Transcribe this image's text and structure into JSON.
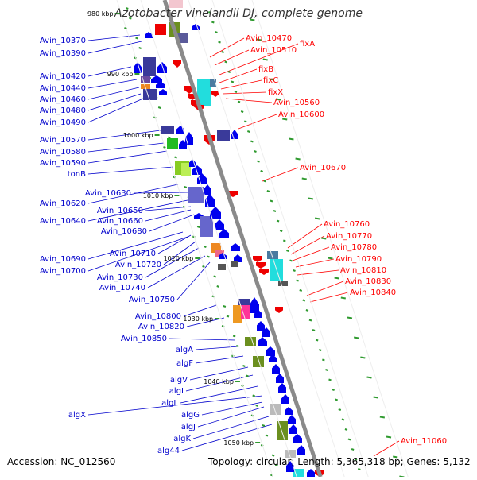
{
  "title": "Azotobacter vinelandii DJ, complete genome",
  "footer": {
    "accession": "Accession: NC_012560",
    "info": "Topology: circular; Length: 5,365,318 bp; Genes: 5,132"
  },
  "colors": {
    "axis": "#8a8a8a",
    "tick": "#2f9a2f",
    "left_labels": "#0000cc",
    "right_labels": "#ff0000",
    "forward_gene": "#0000ee",
    "reverse_gene": "#ee0000"
  },
  "scale_labels": [
    "980 kbp",
    "990 kbp",
    "1000 kbp",
    "1010 kbp",
    "1020 kbp",
    "1030 kbp",
    "1040 kbp",
    "1050 kbp"
  ],
  "left_labels": [
    "Avin_10370",
    "Avin_10390",
    "Avin_10420",
    "Avin_10440",
    "Avin_10460",
    "Avin_10480",
    "Avin_10490",
    "Avin_10570",
    "Avin_10580",
    "Avin_10590",
    "tonB",
    "Avin_10630",
    "Avin_10620",
    "Avin_10650",
    "Avin_10640",
    "Avin_10660",
    "Avin_10680",
    "Avin_10710",
    "Avin_10690",
    "Avin_10720",
    "Avin_10700",
    "Avin_10730",
    "Avin_10740",
    "Avin_10750",
    "Avin_10800",
    "Avin_10820",
    "Avin_10850",
    "algA",
    "algF",
    "algV",
    "algI",
    "algL",
    "algX",
    "algG",
    "algJ",
    "algK",
    "alg44"
  ],
  "right_labels": [
    "Avin_10470",
    "fixA",
    "Avin_10510",
    "fixB",
    "fixC",
    "fixX",
    "Avin_10560",
    "Avin_10600",
    "Avin_10670",
    "Avin_10760",
    "Avin_10770",
    "Avin_10780",
    "Avin_10790",
    "Avin_10810",
    "Avin_10830",
    "Avin_10840",
    "Avin_11060"
  ]
}
